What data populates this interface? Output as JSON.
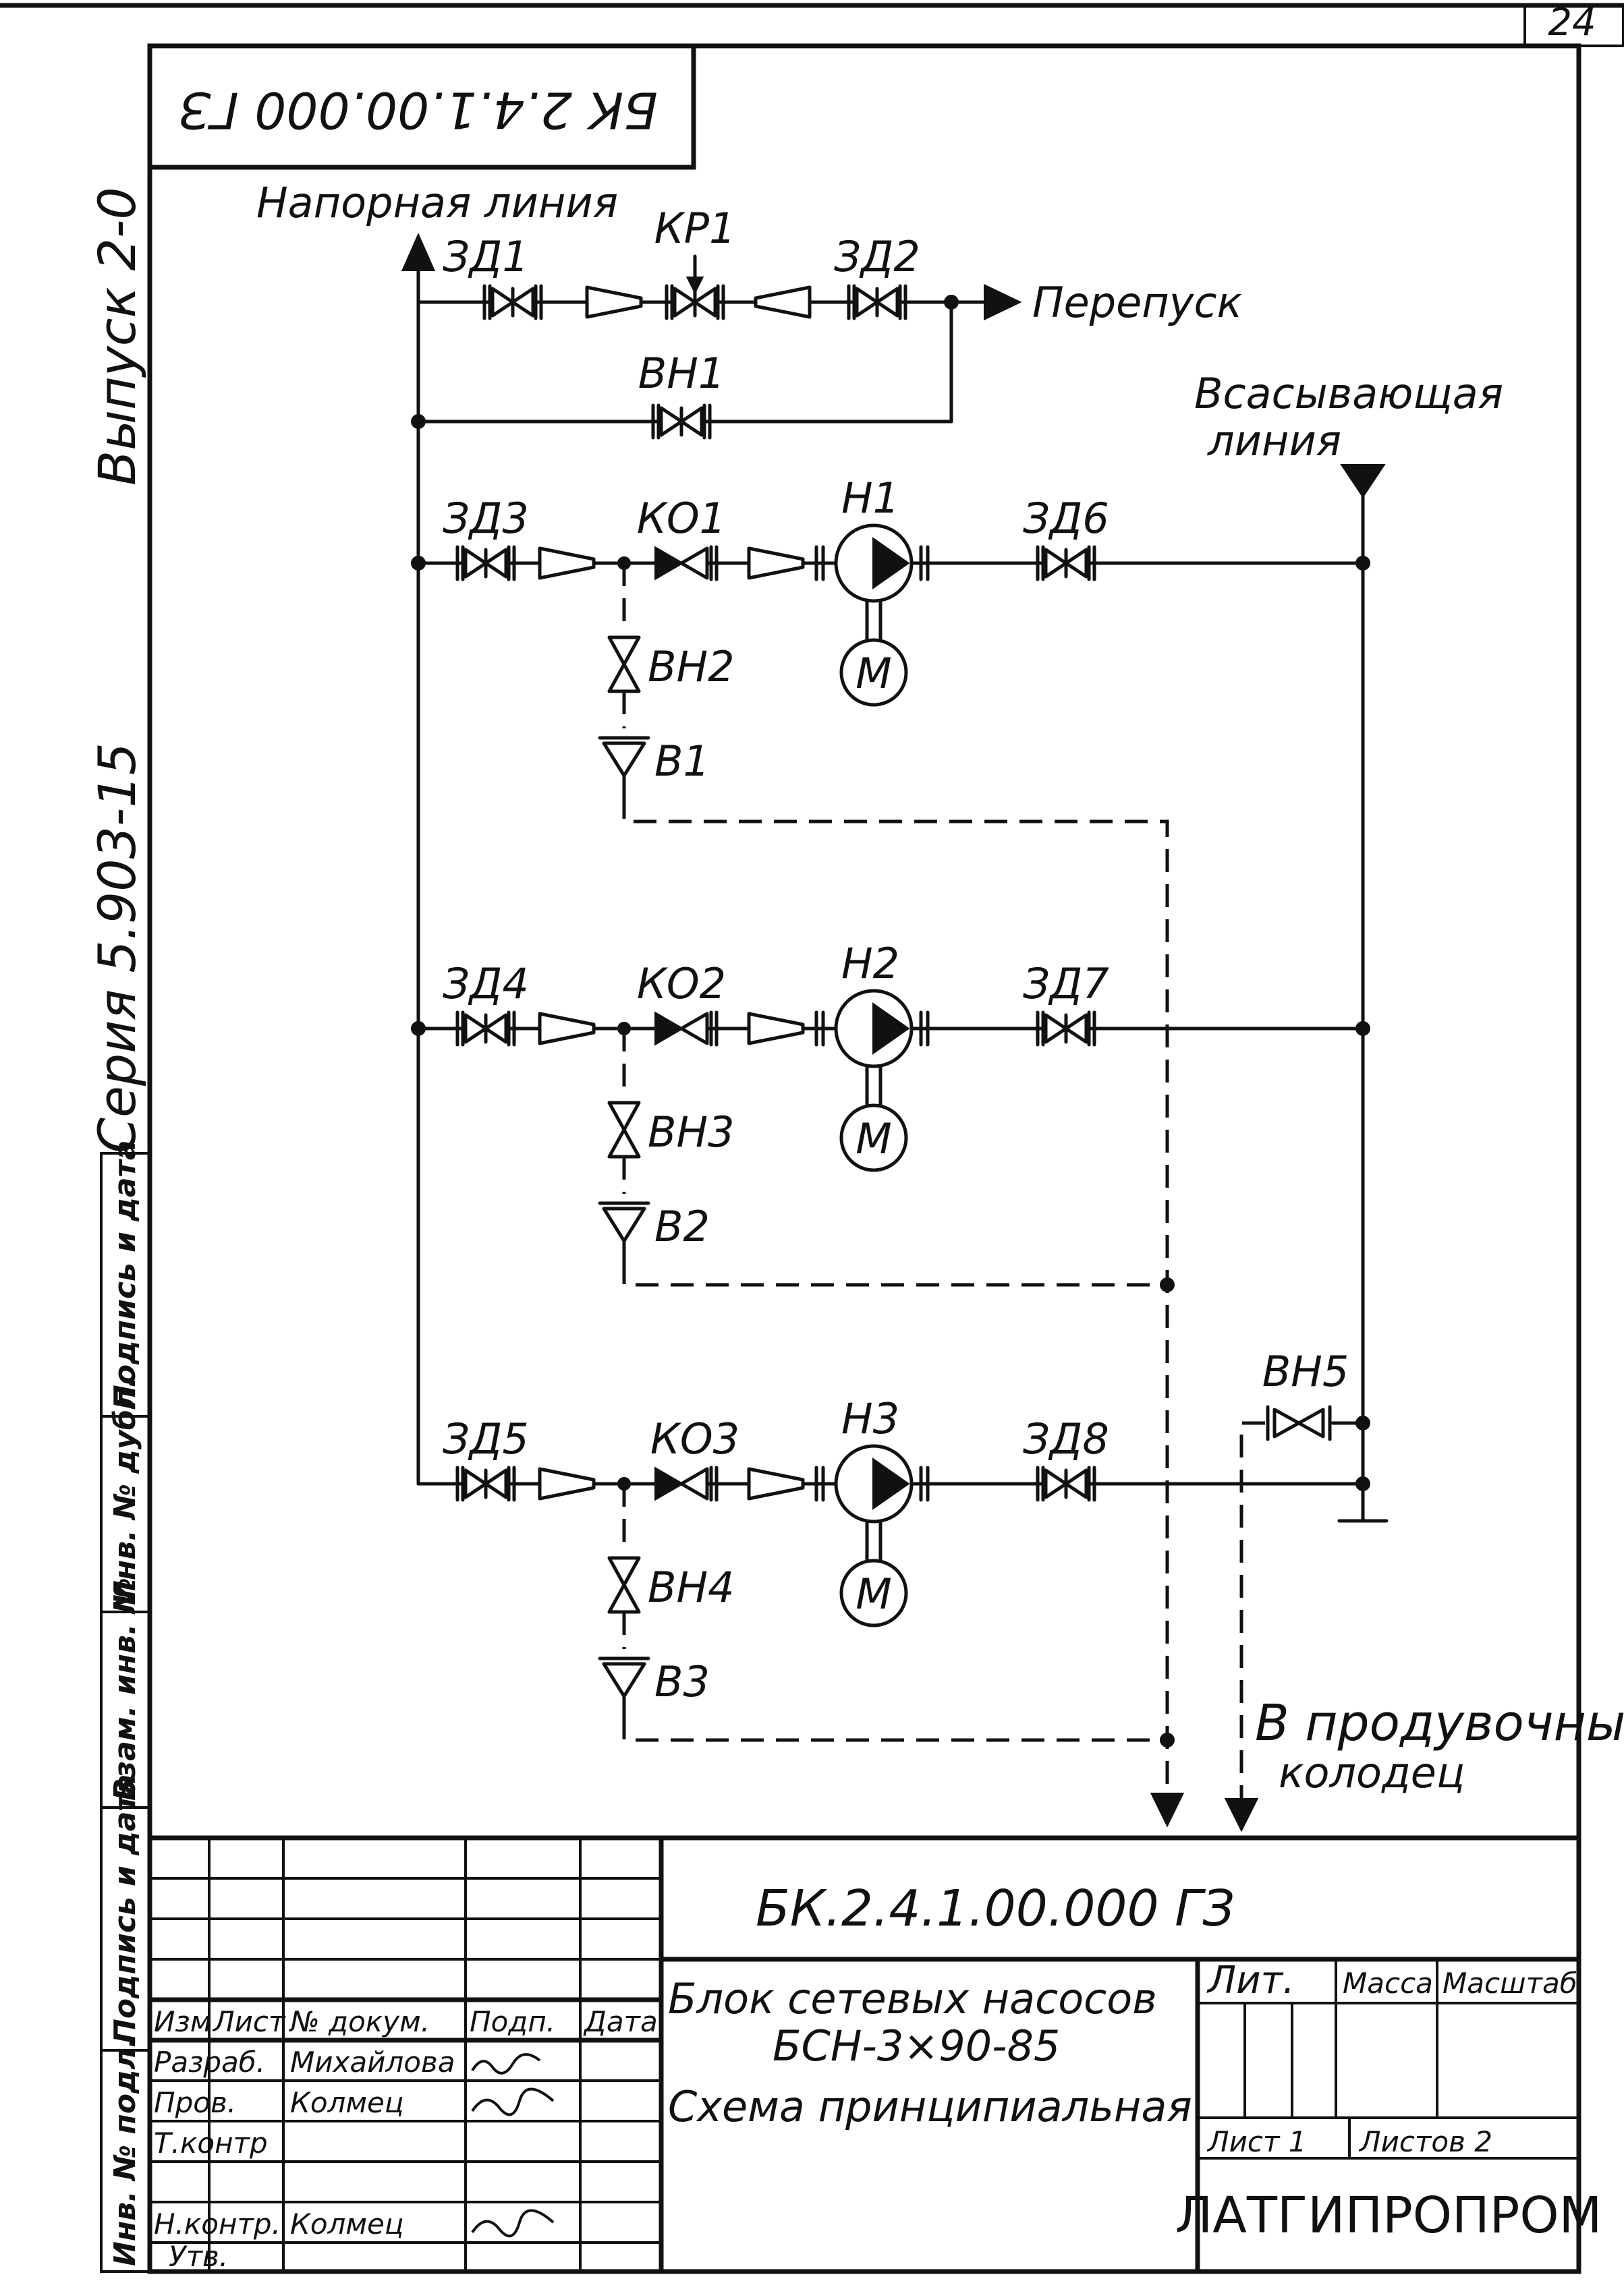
{
  "page_number": "24",
  "stamp_code": "БК 2.4.1.00.000 ГЗ",
  "side": {
    "issue": "Выпуск 2-0",
    "series": "Серия 5.903-15",
    "margin_cells": [
      "Подпись и дата",
      "Инв. № дубл.",
      "Взам. инв. №",
      "Подпись и дата",
      "Инв. № подл."
    ]
  },
  "diagram": {
    "pressure_line": "Напорная линия",
    "bypass": "Перепуск",
    "suction_line_1": "Всасывающая",
    "suction_line_2": "линия",
    "drain_1": "В продувочный",
    "drain_2": "колодец",
    "valves": {
      "zd1": "ЗД1",
      "zd2": "ЗД2",
      "kr1": "КР1",
      "vn1": "ВН1",
      "zd3": "ЗД3",
      "ko1": "КО1",
      "zd6": "ЗД6",
      "vn2": "ВН2",
      "b1": "В1",
      "zd4": "ЗД4",
      "ko2": "КО2",
      "zd7": "ЗД7",
      "vn3": "ВН3",
      "b2": "В2",
      "zd5": "ЗД5",
      "ko3": "КО3",
      "zd8": "ЗД8",
      "vn4": "ВН4",
      "b3": "В3",
      "vn5": "ВН5"
    },
    "pumps": [
      "Н1",
      "Н2",
      "Н3"
    ],
    "motor": "М"
  },
  "title_block": {
    "doc_code": "БК.2.4.1.00.000 ГЗ",
    "col_izm": "Изм",
    "col_list": "Лист",
    "col_doc": "№ докум.",
    "col_sign": "Подп.",
    "col_date": "Дата",
    "razrab": "Разраб.",
    "razrab_name": "Михайлова",
    "prov": "Пров.",
    "prov_name": "Колмец",
    "tkontr": "Т.контр",
    "nkontr": "Н.контр.",
    "nkontr_name": "Колмец",
    "utv": "Утв.",
    "title_1": "Блок сетевых насосов",
    "title_2": "БСН-3×90-85",
    "title_3": "Схема принципиальная",
    "lit": "Лит.",
    "massa": "Масса",
    "masshtab": "Масштаб",
    "sheet": "Лист 1",
    "sheets": "Листов 2",
    "org": "ЛАТГИПРОПРОМ"
  }
}
